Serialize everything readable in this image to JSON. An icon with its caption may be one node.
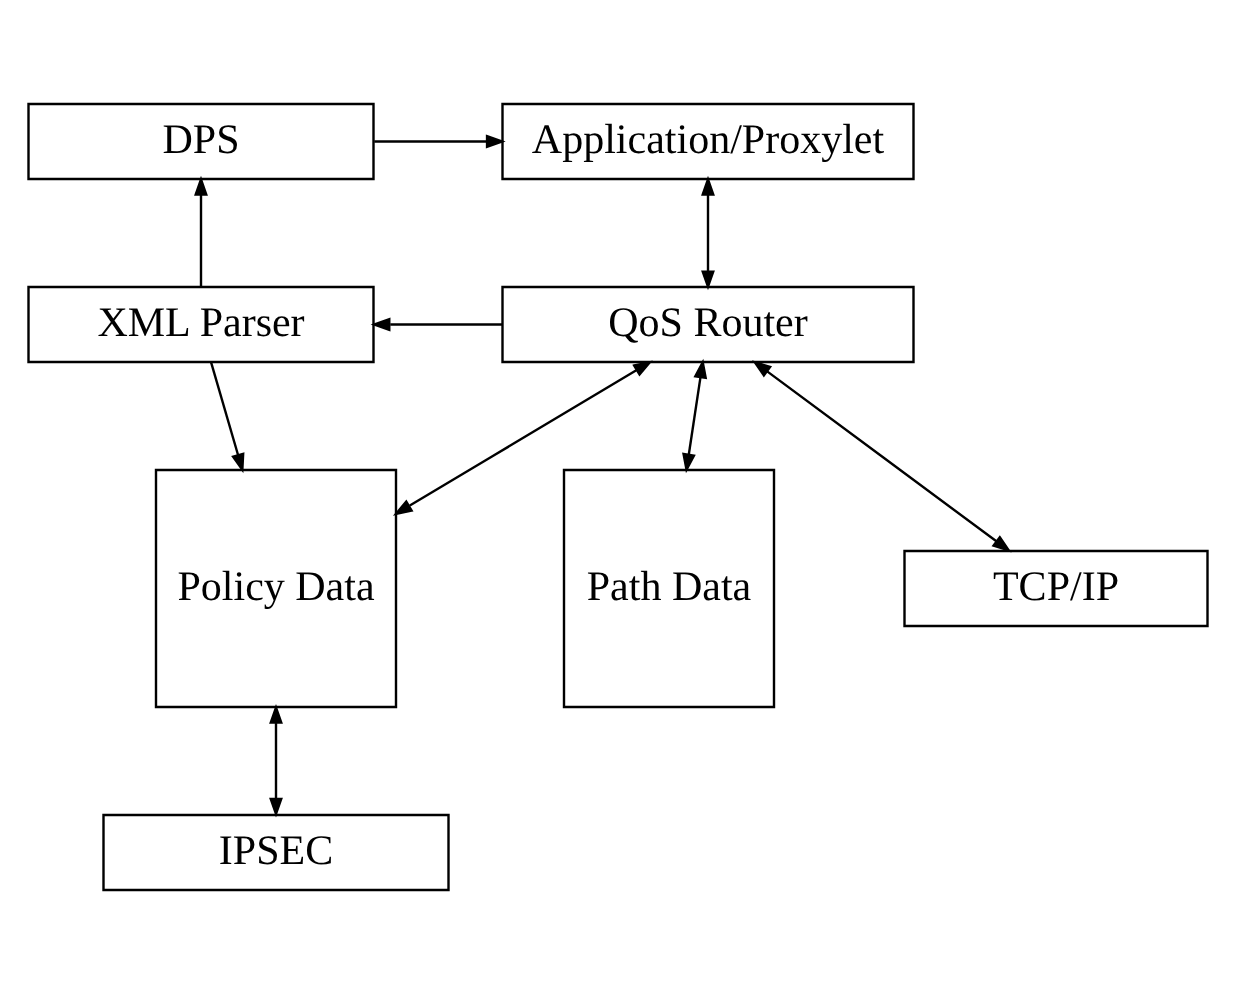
{
  "diagram": {
    "nodes": [
      {
        "text": [
          "DPS"
        ]
      },
      {
        "text": [
          "Application/Proxylet"
        ]
      },
      {
        "text": [
          "XML Parser"
        ]
      },
      {
        "text": [
          "QoS Router"
        ]
      },
      {
        "text": [
          "Policy Data"
        ]
      },
      {
        "text": [
          "Path Data"
        ]
      },
      {
        "text": [
          "TCP/IP"
        ]
      },
      {
        "text": [
          "IPSEC"
        ]
      }
    ],
    "edges": [
      {
        "from": 0,
        "to": 1,
        "arrow": "to"
      },
      {
        "from": 1,
        "to": 3,
        "arrow": "both"
      },
      {
        "from": 2,
        "to": 0,
        "arrow": "to"
      },
      {
        "from": 3,
        "to": 2,
        "arrow": "to"
      },
      {
        "from": 2,
        "to": 4,
        "arrow": "to"
      },
      {
        "from": 3,
        "to": 4,
        "arrow": "both"
      },
      {
        "from": 3,
        "to": 5,
        "arrow": "both"
      },
      {
        "from": 3,
        "to": 6,
        "arrow": "both"
      },
      {
        "from": 4,
        "to": 7,
        "arrow": "both"
      }
    ]
  }
}
